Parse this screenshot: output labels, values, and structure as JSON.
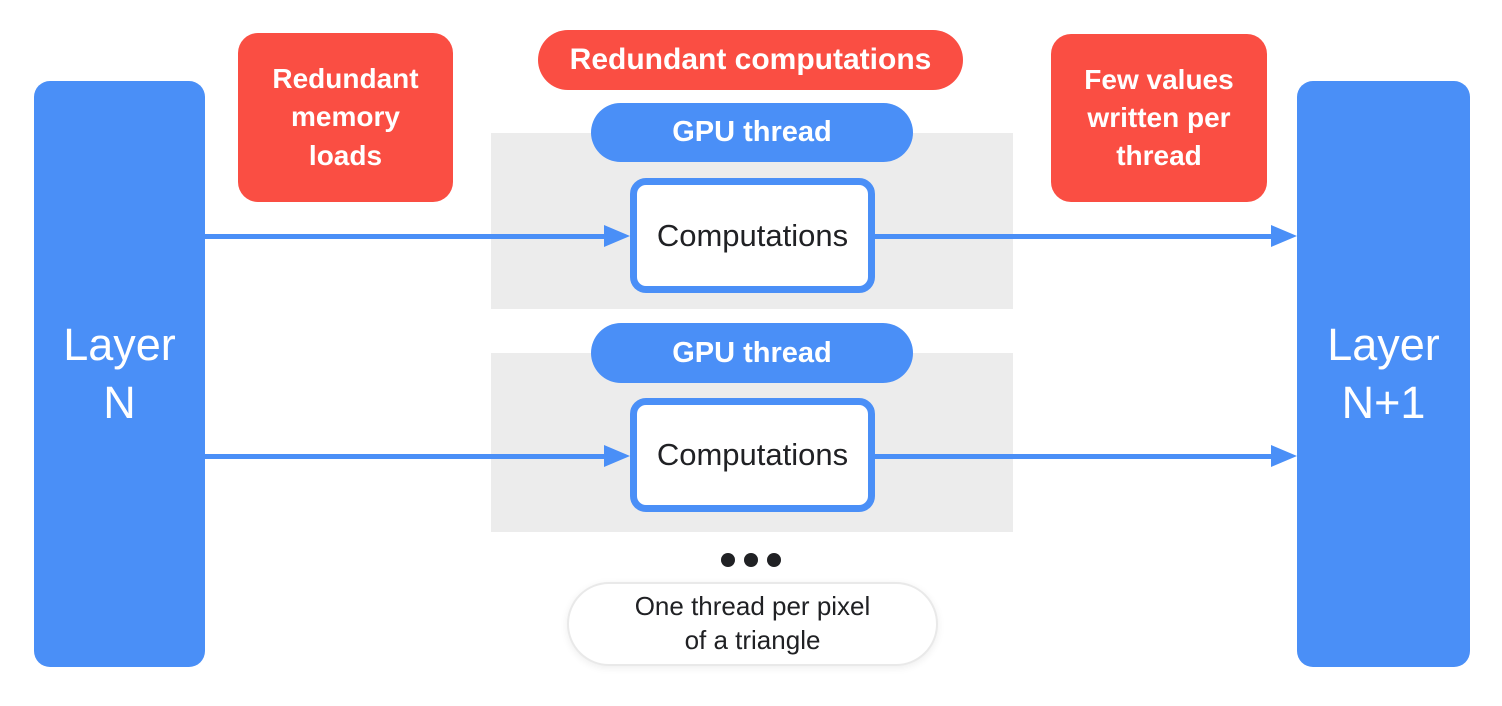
{
  "colors": {
    "blue": "#4A8FF7",
    "red": "#FA4E43",
    "panel": "#ECECEC",
    "ink": "#202124",
    "pillborder": "#E9E9E9"
  },
  "layers": {
    "left": "Layer\nN",
    "right": "Layer\nN+1"
  },
  "annotations": {
    "memory_loads": "Redundant\nmemory\nloads",
    "redundant_computations": "Redundant computations",
    "few_values": "Few values\nwritten per\nthread"
  },
  "threads": [
    {
      "pill": "GPU thread",
      "box": "Computations"
    },
    {
      "pill": "GPU thread",
      "box": "Computations"
    }
  ],
  "footnote": "One thread per pixel\nof a triangle"
}
